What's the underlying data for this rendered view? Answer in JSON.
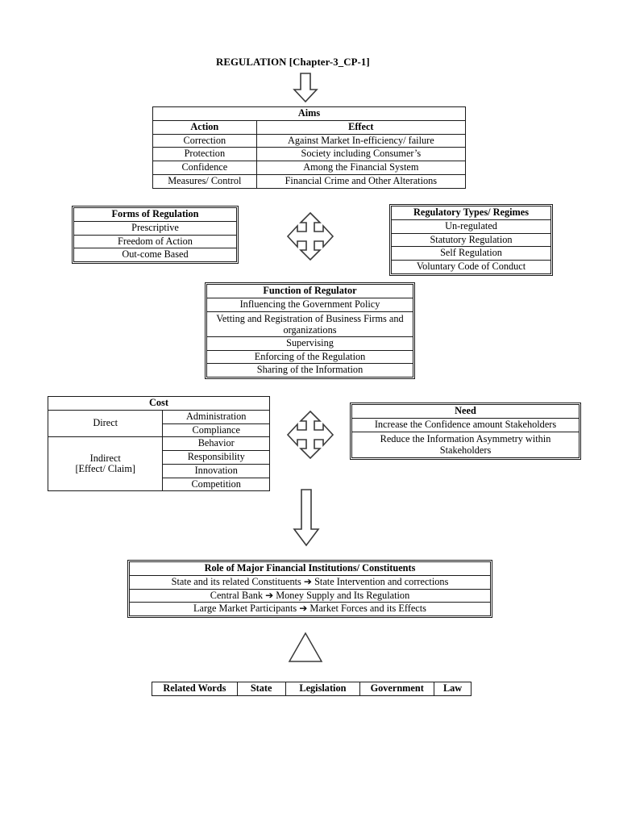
{
  "title": "REGULATION [Chapter-3_CP-1]",
  "aims": {
    "header": "Aims",
    "columns": [
      "Action",
      "Effect"
    ],
    "rows": [
      [
        "Correction",
        "Against Market In-efficiency/ failure"
      ],
      [
        "Protection",
        "Society including Consumer’s"
      ],
      [
        "Confidence",
        "Among the Financial System"
      ],
      [
        "Measures/ Control",
        "Financial Crime and Other Alterations"
      ]
    ]
  },
  "forms_of_regulation": {
    "header": "Forms of Regulation",
    "items": [
      "Prescriptive",
      "Freedom of Action",
      "Out-come Based"
    ]
  },
  "regulatory_types": {
    "header": "Regulatory Types/ Regimes",
    "items": [
      "Un-regulated",
      "Statutory Regulation",
      "Self Regulation",
      "Voluntary Code of Conduct"
    ]
  },
  "function_of_regulator": {
    "header": "Function of Regulator",
    "items": [
      "Influencing the Government Policy",
      "Vetting and Registration of Business Firms and organizations",
      "Supervising",
      "Enforcing of the Regulation",
      "Sharing of the Information"
    ]
  },
  "cost": {
    "header": "Cost",
    "groups": [
      {
        "label": "Direct",
        "items": [
          "Administration",
          "Compliance"
        ]
      },
      {
        "label": "Indirect [Effect/ Claim]",
        "label_line1": "Indirect",
        "label_line2": "[Effect/ Claim]",
        "items": [
          "Behavior",
          "Responsibility",
          "Innovation",
          "Competition"
        ]
      }
    ]
  },
  "need": {
    "header": "Need",
    "items": [
      "Increase the Confidence amount Stakeholders",
      "Reduce the Information Asymmetry within Stakeholders"
    ]
  },
  "role": {
    "header": "Role of Major Financial Institutions/ Constituents",
    "rows": [
      {
        "from": "State and its related Constituents",
        "arrow": "➔",
        "to": "State Intervention and corrections"
      },
      {
        "from": "Central Bank",
        "arrow": "➔",
        "to": "Money Supply and Its Regulation"
      },
      {
        "from": "Large Market Participants",
        "arrow": "➔",
        "to": "Market Forces and its Effects"
      }
    ]
  },
  "related_words": {
    "label": "Related Words",
    "items": [
      "State",
      "Legislation",
      "Government",
      "Law"
    ]
  },
  "connectors": {
    "title_to_aims": "down-arrow",
    "forms_types_link": "four-way-arrow",
    "cost_need_link": "four-way-arrow",
    "to_role": "down-arrow",
    "to_related_words": "up-triangle"
  },
  "colors": {
    "border": "#1a1a1a",
    "arrow_stroke": "#3a3a3a",
    "background": "#ffffff",
    "text": "#000000"
  }
}
